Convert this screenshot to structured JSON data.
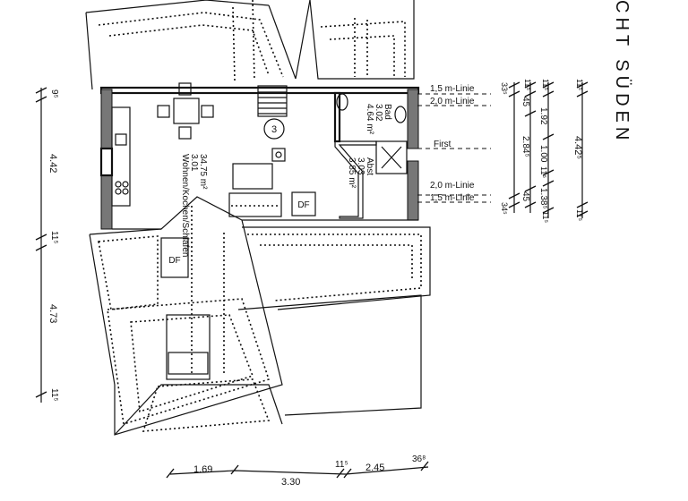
{
  "title": "CHT SÜDEN",
  "rooms": {
    "living": {
      "name": "Wohnen/Kochen/Schlafen",
      "dim": "3.01",
      "area": "34.75 m²"
    },
    "bath": {
      "name": "Bad",
      "dim": "3.02",
      "area": "4.64 m²"
    },
    "storage": {
      "name": "Abst",
      "dim": "3.03",
      "area": "3.85 m²"
    }
  },
  "labels": {
    "first": "First",
    "line15_top": "1,5 m-Linie",
    "line20_top": "2,0 m-Linie",
    "line20_bot": "2,0 m-Linie",
    "line15_bot": "1,5 m-Linie",
    "df1": "DF",
    "df2": "DF",
    "stair_no": "3"
  },
  "dims_left": {
    "d1": "9⁵",
    "d2": "4.42",
    "d3": "11⁵",
    "d4": "4.73",
    "d5": "11⁵"
  },
  "dims_right_a": {
    "d1": "33⁵",
    "d2": "34⁵"
  },
  "dims_right_b": {
    "d1": "11⁵",
    "d2": "45",
    "d3": "2.84⁵",
    "d4": "45"
  },
  "dims_right_c": {
    "d1": "11⁵",
    "d2": "1.92",
    "d3": "1.00",
    "d4": "11⁵",
    "d5": "1.38⁵",
    "d6": "11⁵"
  },
  "dims_right_d": {
    "d1": "11⁵",
    "d2": "4.42⁵",
    "d3": "11⁵"
  },
  "dims_bottom": {
    "d1": "1.69",
    "d2": "3.30",
    "d3": "11⁵",
    "d4": "2.45",
    "d5": "36⁸"
  }
}
